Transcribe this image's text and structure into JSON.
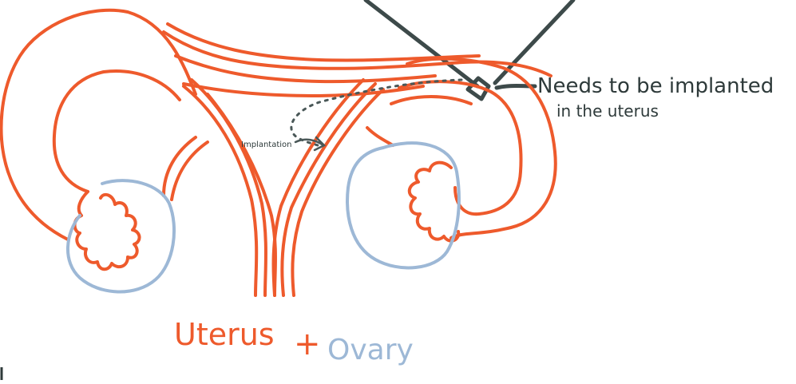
{
  "labels": {
    "needs_line1": "Needs to be implanted",
    "needs_line2": "in the uterus",
    "implantation": "Implantation",
    "caption_uterus": "Uterus",
    "caption_plus": "+",
    "caption_ovary": "Ovary"
  },
  "colors": {
    "uterus": "#ee5a2c",
    "ovary": "#9db8d6",
    "pipette": "#3d4a4a",
    "dots": "#4a5858",
    "text": "#2e3a3a"
  }
}
